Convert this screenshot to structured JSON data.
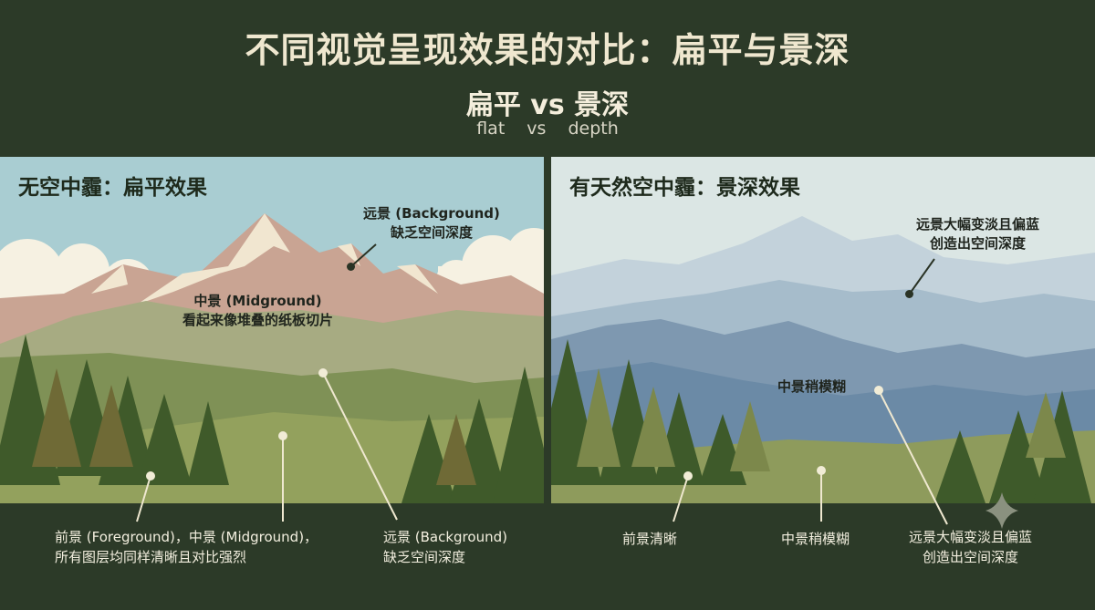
{
  "header": {
    "title": "不同视觉呈现效果的对比：扁平与景深",
    "subtitle": "扁平 vs 景深",
    "subtitle_en": "flat vs depth"
  },
  "left_panel": {
    "title": "无空中霾：扁平效果",
    "callout_background": [
      "远景 (Background)",
      "缺乏空间深度"
    ],
    "callout_midground": [
      "中景 (Midground)",
      "看起来像堆叠的纸板切片"
    ],
    "caption_foreground": [
      "前景 (Foreground)，中景 (Midground)，",
      "所有图层均同样清晰且对比强烈"
    ],
    "caption_background": [
      "远景 (Background)",
      "缺乏空间深度"
    ]
  },
  "right_panel": {
    "title": "有天然空中霾：景深效果",
    "callout_background": [
      "远景大幅变淡且偏蓝",
      "创造出空间深度"
    ],
    "callout_midground": "中景稍模糊",
    "caption_foreground": "前景清晰",
    "caption_midground": "中景稍模糊",
    "caption_background": [
      "远景大幅变淡且偏蓝",
      "创造出空间深度"
    ]
  },
  "colors": {
    "frame_dark_green": "#2c3a28",
    "title_cream": "#efe7cf",
    "flat_sky": "#a9cdd2",
    "flat_mountain": "#c9a493",
    "flat_midground": "#7f9156",
    "flat_foreground": "#4e6230",
    "haze_sky": "#dbe6e4",
    "haze_far": "#b8cad6",
    "haze_mid": "#7e98b0",
    "haze_foreground": "#4d6230"
  },
  "icons": [
    "pine-tree-icon",
    "cloud-icon",
    "sparkle-icon",
    "callout-dot-icon"
  ]
}
